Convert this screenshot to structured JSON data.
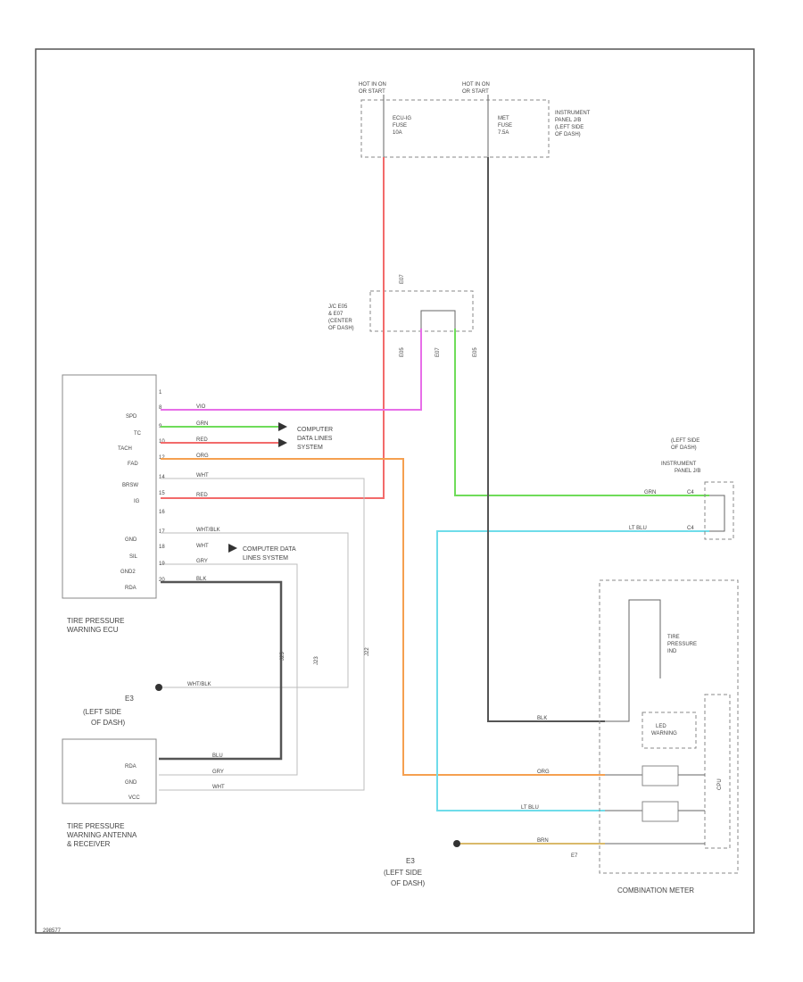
{
  "colors": {
    "red": "#f26a6a",
    "violet": "#e76ee8",
    "green": "#6fdc5a",
    "orange": "#f5a050",
    "light_blue": "#6fdcea",
    "black": "#555555",
    "brown": "#d9b96a",
    "white_wire": "#bdbdbd"
  },
  "fuse_box": {
    "hot_left": "HOT IN ON",
    "hot_left_sub": "OR START",
    "hot_right": "HOT IN ON",
    "hot_right_sub": "OR START",
    "fuse1_name": "ECU-IG",
    "fuse1_sub": "FUSE",
    "fuse1_amp": "10A",
    "fuse2_name": "MET",
    "fuse2_sub": "FUSE",
    "fuse2_amp": "7.5A",
    "location1": "INSTRUMENT",
    "location2": "PANEL J/B",
    "location3": "(LEFT SIDE",
    "location4": "OF DASH)"
  },
  "junction": {
    "line1": "J/C E05",
    "line2": "& E07",
    "line3": "(CENTER",
    "line4": "OF DASH)",
    "conn_e07": "E07",
    "conn_e05a": "E05",
    "conn_e07b": "E07",
    "conn_e05b": "E05"
  },
  "ecu": {
    "name1": "TIRE PRESSURE",
    "name2": "WARNING ECU",
    "pins": [
      "SPD",
      "TC",
      "TACH",
      "FAD",
      "BRSW",
      "IG",
      "",
      "GND",
      "SIL",
      "GND2",
      "RDA"
    ],
    "pin_nums": [
      "1",
      "8",
      "9",
      "10",
      "12",
      "14",
      "15",
      "16",
      "17",
      "18",
      "19",
      "20"
    ],
    "wire_colors": [
      "VIO",
      "GRN",
      "RED",
      "ORG",
      "WHT",
      "RED",
      "",
      "WHT/BLK",
      "WHT",
      "GRY",
      "BLK"
    ]
  },
  "notes": {
    "comp_data1": "COMPUTER",
    "comp_data2": "DATA LINES",
    "comp_data3": "SYSTEM",
    "comp_data_b1": "COMPUTER DATA",
    "comp_data_b2": "LINES SYSTEM"
  },
  "instrument_panel": {
    "line1": "(LEFT SIDE",
    "line2": "OF DASH)",
    "line3": "INSTRUMENT",
    "line4": "PANEL J/B",
    "green_color": "GRN",
    "blue_color": "LT BLU",
    "pin1": "C4",
    "pin2": "C4"
  },
  "ground_left": {
    "id": "E3",
    "line1": "(LEFT SIDE",
    "line2": "OF DASH)",
    "wire": "WHT/BLK"
  },
  "receiver": {
    "name1": "TIRE PRESSURE",
    "name2": "WARNING ANTENNA",
    "name3": "& RECEIVER",
    "pins": [
      "RDA",
      "GND",
      "VCC"
    ],
    "wire_colors": [
      "BLU",
      "GRY",
      "WHT"
    ]
  },
  "splices": {
    "s1": "J25",
    "s2": "J23",
    "s3": "J22"
  },
  "meter": {
    "name": "COMBINATION METER",
    "ind1": "TIRE",
    "ind2": "PRESSURE",
    "ind3": "IND",
    "led1": "LED",
    "led2": "WARNING",
    "blk": "BLK",
    "org": "ORG",
    "ltblu": "LT BLU",
    "brn": "BRN",
    "cpu": "CPU",
    "conn": "E7"
  },
  "ground_bottom": {
    "id": "E3",
    "line1": "(LEFT SIDE",
    "line2": "OF DASH)"
  },
  "footer": {
    "code": "298577"
  }
}
